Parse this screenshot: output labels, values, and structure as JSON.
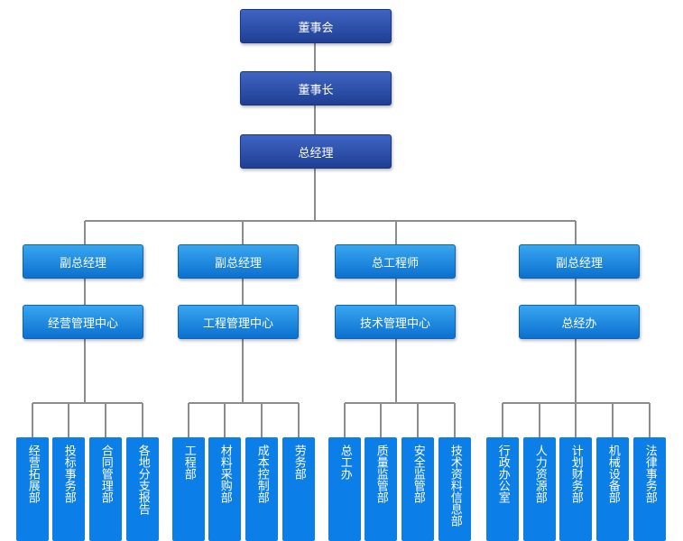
{
  "top": {
    "board": "董事会",
    "chairman": "董事长",
    "gm": "总经理"
  },
  "groups": [
    {
      "head": "副总经理",
      "center": "经营管理中心",
      "depts": [
        "经营拓展部",
        "投标事务部",
        "合同管理部",
        "各地分支报告"
      ]
    },
    {
      "head": "副总经理",
      "center": "工程管理中心",
      "depts": [
        "工程部",
        "材料采购部",
        "成本控制部",
        "劳务部"
      ]
    },
    {
      "head": "总工程师",
      "center": "技术管理中心",
      "depts": [
        "总工办",
        "质量监管部",
        "安全监管部",
        "技术资料信息部"
      ]
    },
    {
      "head": "副总经理",
      "center": "总经办",
      "depts": [
        "行政办公室",
        "人力资源部",
        "计划财务部",
        "机械设备部",
        "法律事务部"
      ]
    }
  ],
  "colors": {
    "line": "#8c8c8c",
    "top_box": "#2a4ea8",
    "mid_box": "#1a8ae6",
    "leaf_box": "#0b7ee8"
  }
}
